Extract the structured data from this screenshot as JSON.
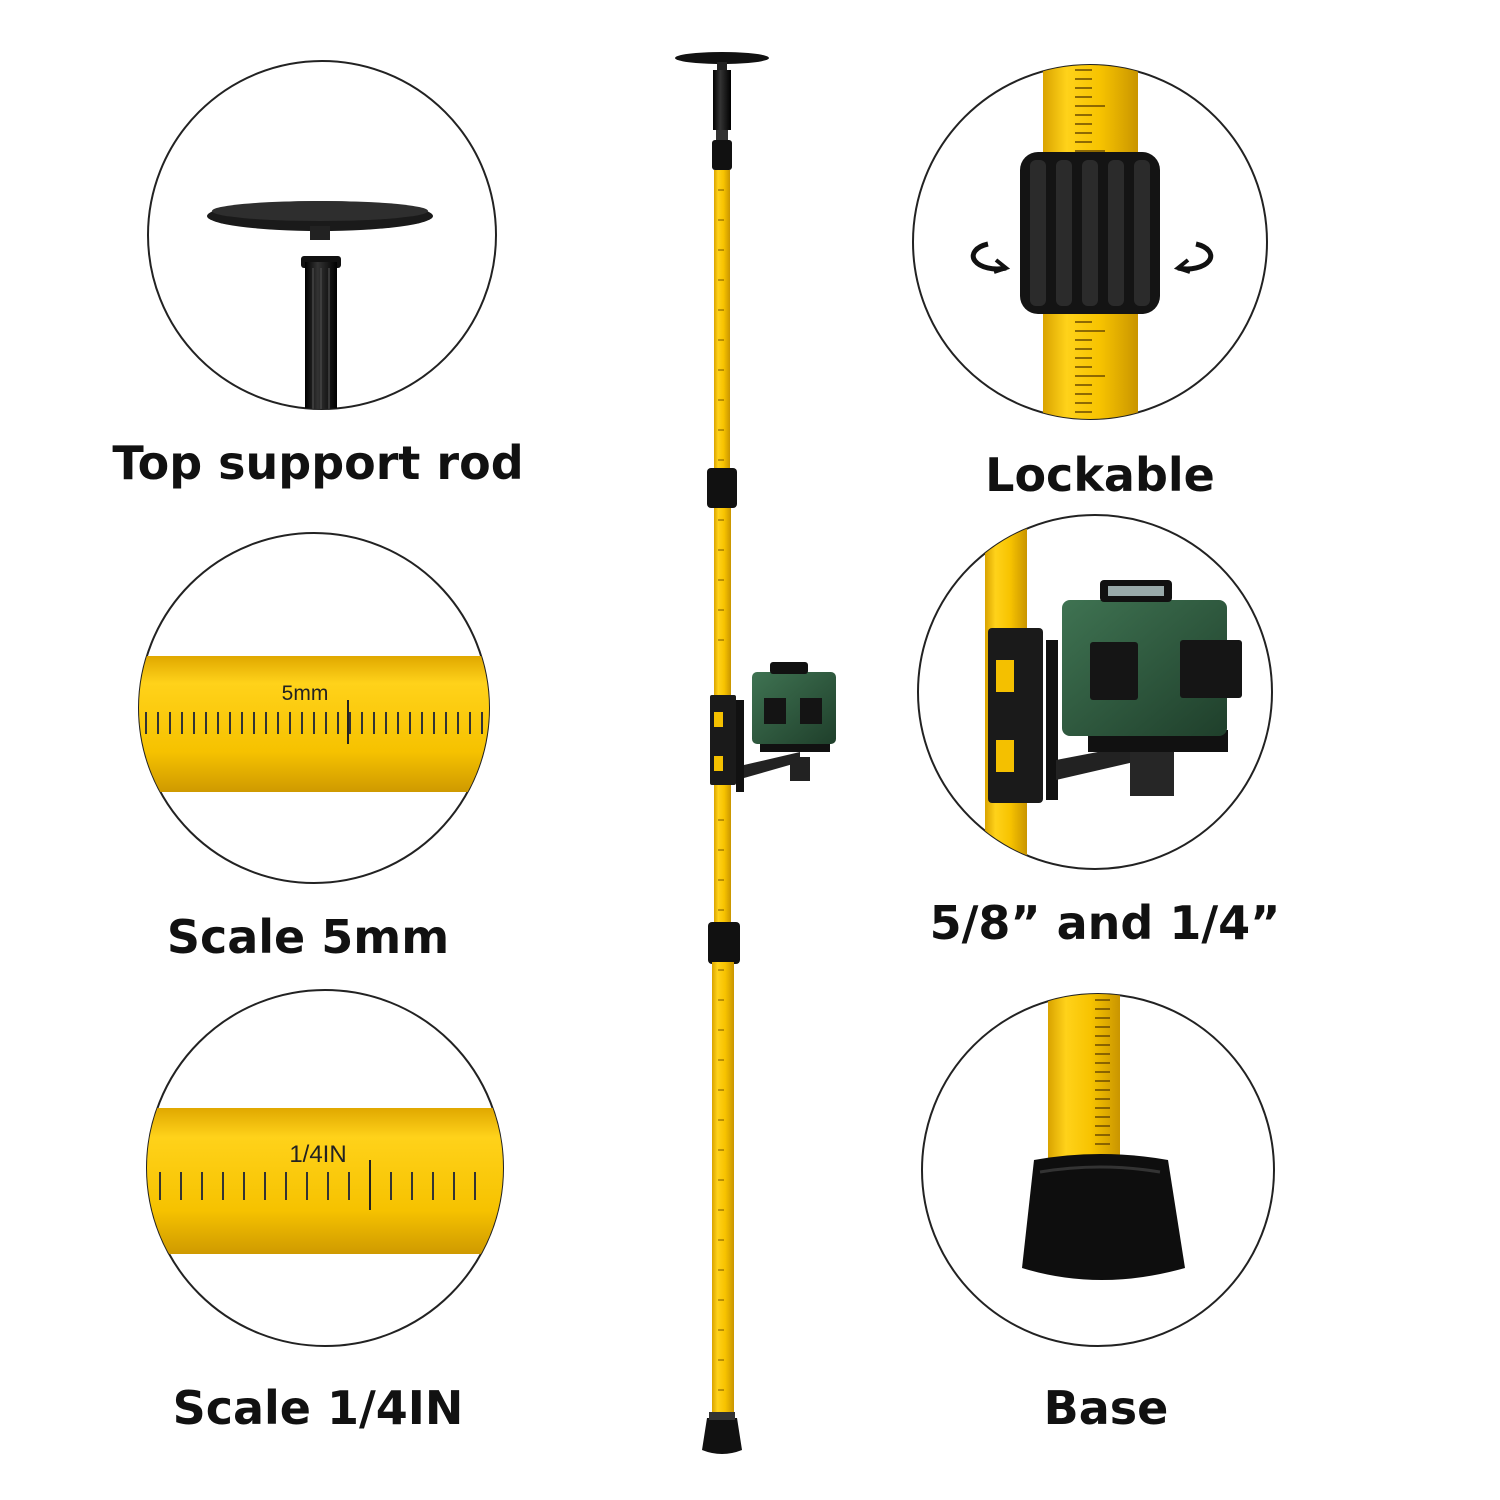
{
  "captions": {
    "top_support_rod": "Top support rod",
    "lockable": "Lockable",
    "scale_5mm": "Scale 5mm",
    "thread_sizes": "5/8”  and 1/4”",
    "scale_quarter_in": "Scale 1/4IN",
    "base": "Base"
  },
  "scale_labels": {
    "mm": "5mm",
    "inch": "1/4IN"
  },
  "colors": {
    "pole_yellow": "#f5c400",
    "pole_edge": "#c99a00",
    "black": "#111111",
    "laser_green": "#2e5b3e",
    "circle_outline": "#222222"
  },
  "icons": {
    "rotate_left": "rotate-arrow-icon",
    "rotate_right": "rotate-arrow-icon"
  }
}
